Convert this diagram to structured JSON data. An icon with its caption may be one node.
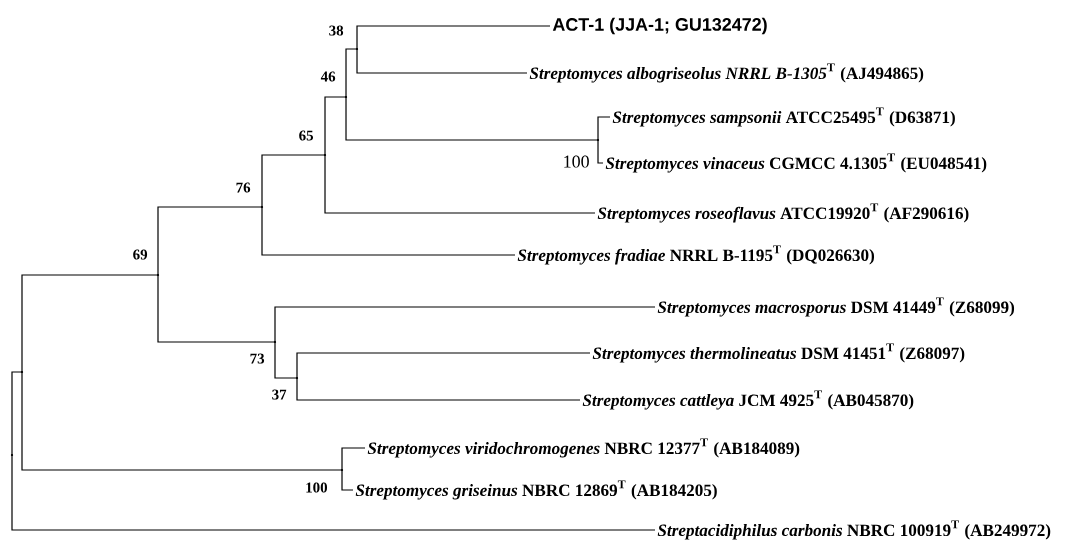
{
  "diagram": {
    "nodes": [
      {
        "text": [
          "ACT-1 (JJA-1; GU132472)"
        ]
      },
      {
        "text": [
          "*Streptomyces albogriseolus NRRL B-1305*$^{T}$ (AJ494865)"
        ]
      },
      {
        "text": [
          "*Streptomyces sampsonii* ATCC25495$^{T}$ (D63871)"
        ]
      },
      {
        "text": [
          "*Streptomyces vinaceus* CGMCC 4.1305$^{T}$ (EU048541)"
        ]
      },
      {
        "text": [
          "*Streptomyces roseoflavus* ATCC19920$^{T}$ (AF290616)"
        ]
      },
      {
        "text": [
          "*Streptomyces fradiae* NRRL B-1195$^{T}$ (DQ026630)"
        ]
      },
      {
        "text": [
          "*Streptomyces macrosporus* DSM 41449$^{T}$ (Z68099)"
        ]
      },
      {
        "text": [
          "*Streptomyces thermolineatus* DSM 41451$^{T}$ (Z68097)"
        ]
      },
      {
        "text": [
          "*Streptomyces cattleya* JCM 4925$^{T}$ (AB045870)"
        ]
      },
      {
        "text": [
          "*Streptomyces viridochromogenes* NBRC 12377$^{T}$ (AB184089)"
        ]
      },
      {
        "text": [
          "*Streptomyces griseinus* NBRC 12869$^{T}$ (AB184205)"
        ]
      },
      {
        "text": [
          "*Streptacidiphilus carbonis* NBRC 100919$^{T}$ (AB249972)"
        ]
      },
      {
        "text": [],
        "shape": "point",
        "beside": [
          "38"
        ]
      },
      {
        "text": [],
        "shape": "point",
        "beside": [
          "46"
        ]
      },
      {
        "text": [],
        "shape": "point",
        "beside": [
          "100"
        ]
      },
      {
        "text": [],
        "shape": "point",
        "beside": [
          "65"
        ]
      },
      {
        "text": [],
        "shape": "point",
        "beside": [
          "76"
        ]
      },
      {
        "text": [],
        "shape": "point",
        "beside": [
          "73"
        ]
      },
      {
        "text": [],
        "shape": "point",
        "beside": [
          "37"
        ]
      },
      {
        "text": [],
        "shape": "point",
        "beside": [
          "69"
        ]
      },
      {
        "text": [],
        "shape": "point",
        "beside": [
          "100"
        ]
      },
      {
        "text": [],
        "shape": "point"
      },
      {
        "text": [],
        "shape": "point"
      }
    ],
    "edges": [
      {
        "from": 12,
        "to": 0,
        "arrow": "none"
      },
      {
        "from": 12,
        "to": 1,
        "arrow": "none"
      },
      {
        "from": 13,
        "to": 12,
        "arrow": "none"
      },
      {
        "from": 14,
        "to": 2,
        "arrow": "none"
      },
      {
        "from": 14,
        "to": 3,
        "arrow": "none"
      },
      {
        "from": 13,
        "to": 14,
        "arrow": "none"
      },
      {
        "from": 15,
        "to": 13,
        "arrow": "none"
      },
      {
        "from": 15,
        "to": 4,
        "arrow": "none"
      },
      {
        "from": 16,
        "to": 15,
        "arrow": "none"
      },
      {
        "from": 16,
        "to": 5,
        "arrow": "none"
      },
      {
        "from": 17,
        "to": 6,
        "arrow": "none"
      },
      {
        "from": 18,
        "to": 7,
        "arrow": "none"
      },
      {
        "from": 18,
        "to": 8,
        "arrow": "none"
      },
      {
        "from": 17,
        "to": 18,
        "arrow": "none"
      },
      {
        "from": 19,
        "to": 16,
        "arrow": "none"
      },
      {
        "from": 19,
        "to": 17,
        "arrow": "none"
      },
      {
        "from": 20,
        "to": 9,
        "arrow": "none"
      },
      {
        "from": 20,
        "to": 10,
        "arrow": "none"
      },
      {
        "from": 21,
        "to": 19,
        "arrow": "none"
      },
      {
        "from": 21,
        "to": 20,
        "arrow": "none"
      },
      {
        "from": 22,
        "to": 21,
        "arrow": "none"
      },
      {
        "from": 22,
        "to": 11,
        "arrow": "none"
      }
    ]
  }
}
